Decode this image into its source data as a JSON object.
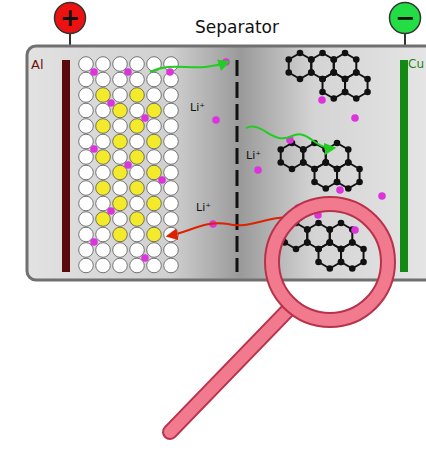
{
  "diagram": {
    "nodes": [
      {
        "text": [
          "+"
        ]
      },
      {
        "text": [
          "−"
        ]
      }
    ],
    "labels": [
      "Separator",
      "Al",
      "Cu",
      "Li⁺",
      "Li⁺",
      "Li⁺"
    ]
  }
}
